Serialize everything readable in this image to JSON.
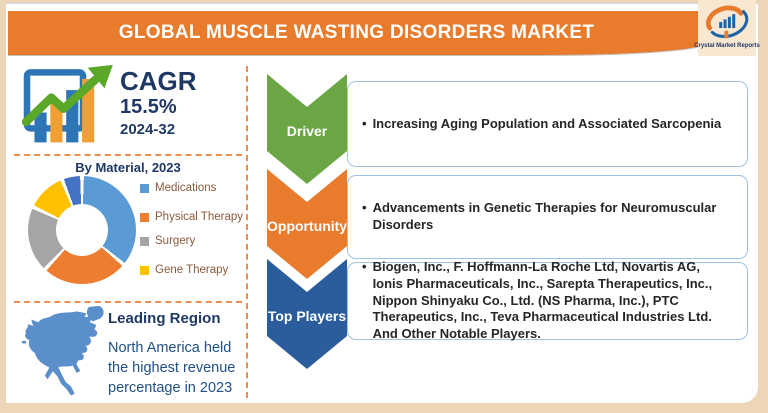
{
  "header": {
    "title": "GLOBAL MUSCLE WASTING DISORDERS MARKET",
    "logo": {
      "name": "Crystal Market Reports"
    }
  },
  "sidebar": {
    "cagr": {
      "label": "CAGR",
      "value": "15.5%",
      "period": "2024-32"
    },
    "by_material": {
      "title": "By Material, 2023",
      "legend": [
        {
          "label": "Medications",
          "color": "#5B9BD5"
        },
        {
          "label": "Physical Therapy",
          "color": "#ED7D31"
        },
        {
          "label": "Surgery",
          "color": "#A5A5A5"
        },
        {
          "label": "Gene Therapy",
          "color": "#FFC000"
        }
      ]
    },
    "leading_region": {
      "heading": "Leading Region",
      "text": "North America held the highest revenue percentage in 2023"
    }
  },
  "main": {
    "bullet_glyph": "•",
    "rows": [
      {
        "label": "Driver",
        "color": "#6BA645",
        "text": "Increasing Aging Population and Associated Sarcopenia"
      },
      {
        "label": "Opportunity",
        "color": "#E87B2C",
        "text": "Advancements in Genetic Therapies for Neuromuscular Disorders"
      },
      {
        "label": "Top Players",
        "color": "#2B5C9B",
        "text": "Biogen, Inc., F. Hoffmann-La Roche Ltd, Novartis AG, Ionis Pharmaceuticals, Inc., Sarepta Therapeutics, Inc., Nippon Shinyaku Co., Ltd. (NS Pharma, Inc.), PTC Therapeutics, Inc., Teva Pharmaceutical Industries Ltd. And Other Notable Players."
      }
    ]
  },
  "chart_data": {
    "type": "pie",
    "donut": true,
    "title": "By Material, 2023",
    "labels": [
      "Medications",
      "Physical Therapy",
      "Surgery",
      "Gene Therapy",
      "(unlabeled slice)"
    ],
    "values": [
      36,
      26,
      20,
      12,
      6
    ],
    "colors": [
      "#5B9BD5",
      "#ED7D31",
      "#A5A5A5",
      "#FFC000",
      "#4472C4"
    ],
    "legend_position": "right"
  },
  "colors": {
    "accent_orange": "#E87B2C",
    "accent_green": "#6BA645",
    "accent_navy": "#2B5C9B",
    "heading_navy": "#1F3864",
    "map_blue": "#5B8FCB"
  }
}
